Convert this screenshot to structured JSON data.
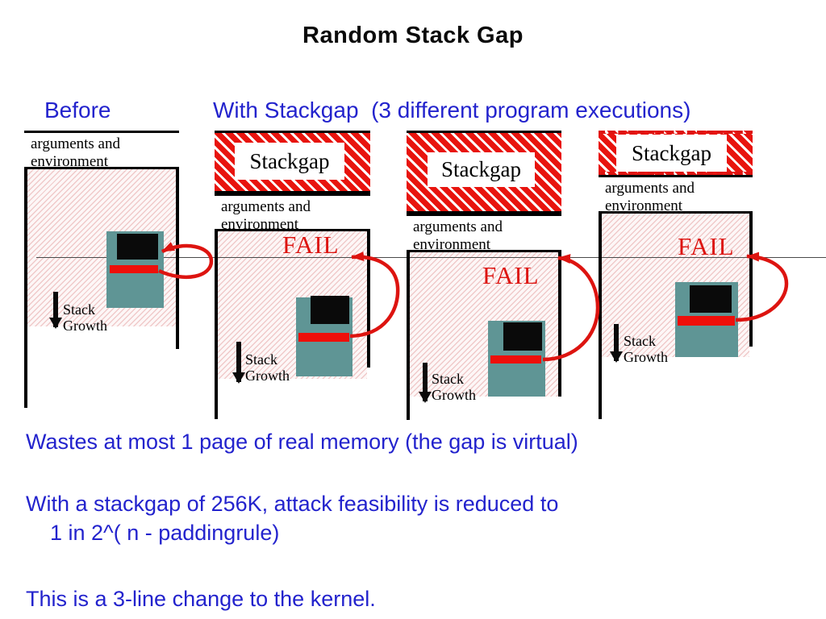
{
  "title": "Random Stack Gap",
  "headings": {
    "before": "Before",
    "with_stackgap": "With Stackgap  (3 different program executions)"
  },
  "columns": [
    {
      "args_label": "arguments and environment",
      "stack_growth_label": "Stack Growth"
    },
    {
      "gap_label": "Stackgap",
      "args_label": "arguments and environment",
      "fail_label": "FAIL",
      "stack_growth_label": "Stack Growth"
    },
    {
      "gap_label": "Stackgap",
      "args_label": "arguments and environment",
      "fail_label": "FAIL",
      "stack_growth_label": "Stack Growth"
    },
    {
      "gap_label": "Stackgap",
      "args_label": "arguments and environment",
      "fail_label": "FAIL",
      "stack_growth_label": "Stack Growth"
    }
  ],
  "notes": [
    "Wastes at most 1 page of real memory (the gap is virtual)",
    "With a stackgap of 256K, attack feasibility is reduced to",
    "1 in 2^( n - paddingrule)",
    "This is a 3-line change to the kernel."
  ],
  "colors": {
    "text_blue": "#2323cd",
    "alert_red": "#dd1410",
    "stripe_red": "#e8140e",
    "frame_teal": "#5f9595"
  }
}
